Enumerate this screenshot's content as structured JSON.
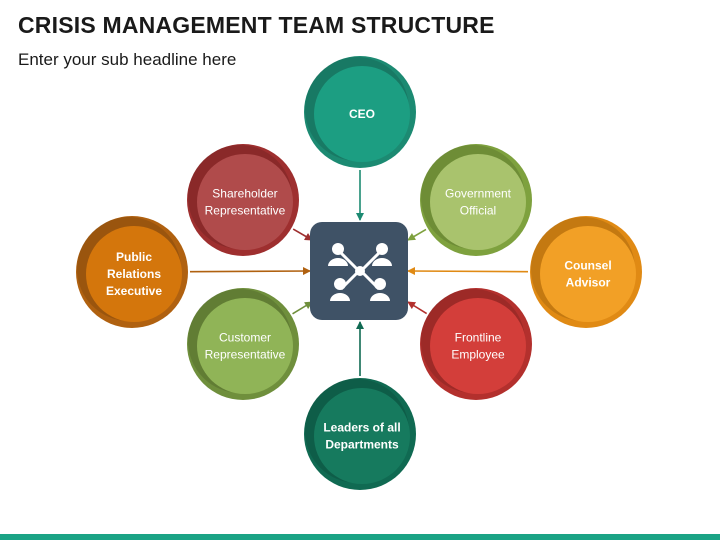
{
  "header": {
    "title": "CRISIS MANAGEMENT TEAM STRUCTURE",
    "subtitle": "Enter your sub headline here"
  },
  "diagram": {
    "center": {
      "icon": "team-network-icon",
      "color": "#3f5266"
    },
    "nodes": [
      {
        "id": "ceo",
        "lines": [
          "CEO"
        ],
        "bold": true,
        "color": "#1c9e82",
        "ring": "#1c8a72"
      },
      {
        "id": "shareholder-representative",
        "lines": [
          "Shareholder",
          "Representative"
        ],
        "bold": false,
        "color": "#b04b4b",
        "ring": "#9e2f2f"
      },
      {
        "id": "government-official",
        "lines": [
          "Government",
          "Official"
        ],
        "bold": false,
        "color": "#a9c36d",
        "ring": "#7ea13e"
      },
      {
        "id": "public-relations-executive",
        "lines": [
          "Public",
          "Relations",
          "Executive"
        ],
        "bold": true,
        "color": "#d4760c",
        "ring": "#b06110"
      },
      {
        "id": "counsel-advisor",
        "lines": [
          "Counsel",
          "Advisor"
        ],
        "bold": true,
        "color": "#f2a026",
        "ring": "#e08a14"
      },
      {
        "id": "customer-representative",
        "lines": [
          "Customer",
          "Representative"
        ],
        "bold": false,
        "color": "#90b457",
        "ring": "#6f8f3c"
      },
      {
        "id": "frontline-employee",
        "lines": [
          "Frontline",
          "Employee"
        ],
        "bold": false,
        "color": "#d33e3a",
        "ring": "#b3302d"
      },
      {
        "id": "leaders-of-all-departments",
        "lines": [
          "Leaders of all",
          "Departments"
        ],
        "bold": true,
        "color": "#167a5e",
        "ring": "#106a52"
      }
    ]
  }
}
